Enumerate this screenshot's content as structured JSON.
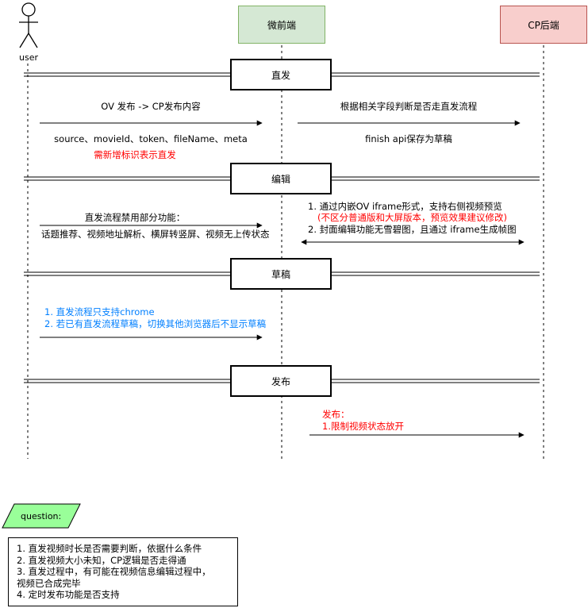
{
  "participants": {
    "user": "user",
    "micro_frontend": "微前端",
    "cp_backend": "CP后端"
  },
  "sections": {
    "direct_publish": "直发",
    "edit": "编辑",
    "draft": "草稿",
    "publish": "发布"
  },
  "messages": {
    "m1_label": "OV 发布 -> CP发布内容",
    "m1_params": "source、movieId、token、fileName、meta",
    "m1_note": "需新增标识表示直发",
    "m2_label": "根据相关字段判断是否走直发流程",
    "m2_note": "finish api保存为草稿",
    "m3_label": "直发流程禁用部分功能：",
    "m3_detail": "话题推荐、视频地址解析、横屏转竖屏、视频无上传状态",
    "m4_line1": "1. 通过内嵌OV iframe形式，支持右侧视频预览",
    "m4_line2": "(不区分普通版和大屏版本，预览效果建议修改)",
    "m4_line3": "2. 封面编辑功能无雪碧图，且通过 iframe生成帧图",
    "m5_line1": "1. 直发流程只支持chrome",
    "m5_line2": "2. 若已有直发流程草稿，切换其他浏览器后不显示草稿",
    "m6_line1": "发布：",
    "m6_line2": "1.限制视频状态放开"
  },
  "question": {
    "label": "question:",
    "items": [
      "1. 直发视频时长是否需要判断，依据什么条件",
      "2. 直发视频大小未知，CP逻辑是否走得通",
      "3. 直发过程中，有可能在视频信息编辑过程中，",
      "视频已合成完毕",
      "4. 定时发布功能是否支持"
    ]
  },
  "colors": {
    "micro_frontend_fill": "#d5e8d4",
    "micro_frontend_stroke": "#82b366",
    "cp_backend_fill": "#f8cecc",
    "cp_backend_stroke": "#b85450",
    "question_fill": "#99ff99",
    "red_text": "#ff0000",
    "blue_text": "#007fff"
  }
}
